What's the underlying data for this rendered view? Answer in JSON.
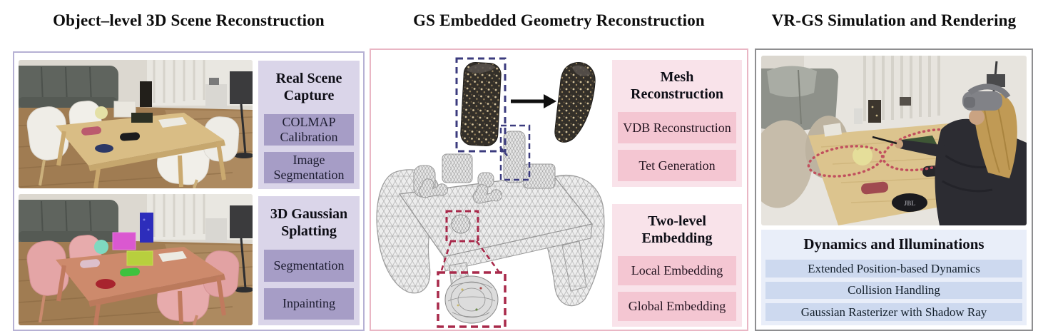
{
  "figure": {
    "columns": {
      "left": {
        "title": "Object–level 3D Scene Reconstruction",
        "border_color": "#b6b1d4",
        "group_bg": "#dad5e9",
        "chip_bg": "#a69dc6",
        "groups": [
          {
            "header": "Real Scene Capture",
            "chips": [
              "COLMAP Calibration",
              "Image Segmentation"
            ]
          },
          {
            "header": "3D Gaussian Splatting",
            "chips": [
              "Segmentation",
              "Inpainting"
            ]
          }
        ]
      },
      "middle": {
        "title": "GS Embedded Geometry Reconstruction",
        "border_color": "#e9b6c4",
        "group_bg": "#f9e3ea",
        "chip_bg": "#f4c6d2",
        "dashed_navy": "#3b3b7e",
        "dashed_red": "#a8294a",
        "groups": [
          {
            "header": "Mesh Reconstruction",
            "chips": [
              "VDB Reconstruction",
              "Tet Generation"
            ]
          },
          {
            "header": "Two-level Embedding",
            "chips": [
              "Local Embedding",
              "Global Embedding"
            ]
          }
        ]
      },
      "right": {
        "title": "VR-GS Simulation and Rendering",
        "border_color": "#8e8e90",
        "group_bg": "#e9eef9",
        "chip_bg": "#cdd9ef",
        "speaker_label": "JBL",
        "groups": [
          {
            "header": "Dynamics and Illuminations",
            "chips": [
              "Extended Position-based Dynamics",
              "Collision Handling",
              "Gaussian Rasterizer with Shadow Ray"
            ]
          }
        ]
      }
    }
  }
}
